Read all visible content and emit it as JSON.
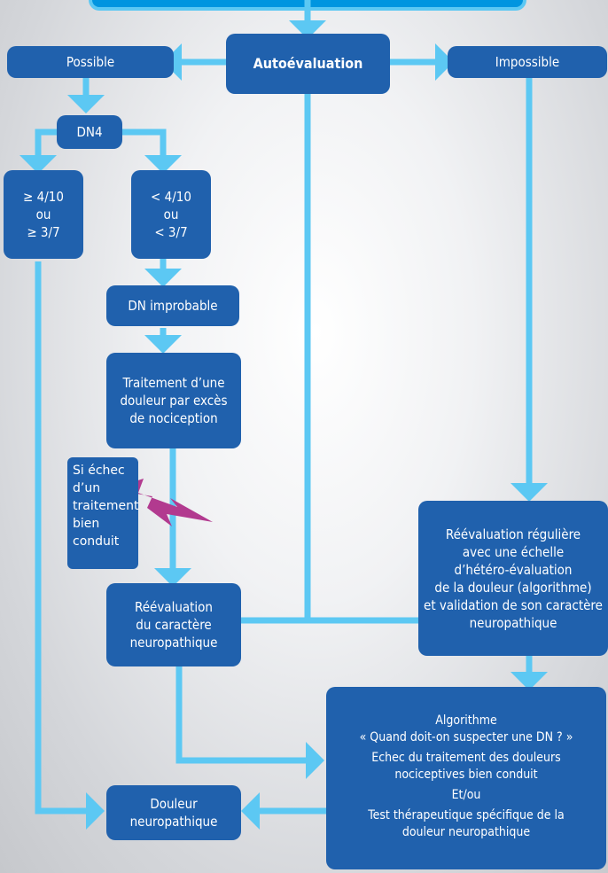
{
  "flowchart": {
    "autoevaluation": "Autoévaluation",
    "possible": "Possible",
    "impossible": "Impossible",
    "dn4": "DN4",
    "left_result": [
      "≥ 4/10",
      "ou",
      "≥ 3/7"
    ],
    "right_result": [
      "< 4/10",
      "ou",
      "< 3/7"
    ],
    "dn_improbable": "DN improbable",
    "traitement": [
      "Traitement d’une",
      "douleur par excès",
      "de nociception"
    ],
    "echec_note": [
      "Si échec",
      "d’un",
      "traitement",
      "bien",
      "conduit"
    ],
    "reevaluation_caractere": [
      "Réévaluation",
      "du caractère",
      "neuropathique"
    ],
    "reevaluation_reguliere": [
      "Réévaluation régulière",
      "avec une échelle",
      "d’hétéro-évaluation",
      "de la douleur (algorithme)",
      "et validation de son caractère",
      "neuropathique"
    ],
    "algorithme": [
      "Algorithme",
      "« Quand doit-on suspecter une DN ? »",
      "Echec du traitement des douleurs",
      "nociceptives bien conduit",
      "Et/ou",
      "Test thérapeutique spécifique de la",
      "douleur neuropathique"
    ],
    "douleur_neuropathique": [
      "Douleur",
      "neuropathique"
    ]
  },
  "colors": {
    "box": "#2061ad",
    "arrow": "#5cc8f3",
    "lightning": "#b23a8f",
    "top_bar": "#0095e0"
  }
}
